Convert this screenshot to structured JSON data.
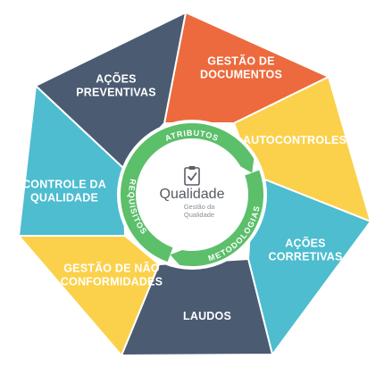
{
  "segments": [
    {
      "id": "gestao-documentos",
      "lines": [
        "GESTÃO DE",
        "DOCUMENTOS"
      ],
      "color": "#ec6a3d"
    },
    {
      "id": "autocontroles",
      "lines": [
        "AUTOCONTROLES"
      ],
      "color": "#fbd14b"
    },
    {
      "id": "acoes-corretivas",
      "lines": [
        "AÇÕES",
        "CORRETIVAS"
      ],
      "color": "#4dbdcf"
    },
    {
      "id": "laudos",
      "lines": [
        "LAUDOS"
      ],
      "color": "#4a5b72"
    },
    {
      "id": "gestao-nao-conformidades",
      "lines": [
        "GESTÃO DE NÃO",
        "CONFORMIDADES"
      ],
      "color": "#fbd14b"
    },
    {
      "id": "controle-qualidade",
      "lines": [
        "CONTROLE DA",
        "QUALIDADE"
      ],
      "color": "#4dbdcf"
    },
    {
      "id": "acoes-preventivas",
      "lines": [
        "AÇÕES",
        "PREVENTIVAS"
      ],
      "color": "#4a5b72"
    }
  ],
  "ring": {
    "labels": [
      {
        "id": "atributos",
        "text": "ATRIBUTOS"
      },
      {
        "id": "metodologias",
        "text": "METODOLOGIAS"
      },
      {
        "id": "requisitos",
        "text": "REQUISITOS"
      }
    ],
    "color": "#5cbf6a"
  },
  "center": {
    "title": "Qualidade",
    "subtitle_lines": [
      "Gestão da",
      "Qualidade"
    ],
    "icon": "clipboard-check-icon"
  },
  "colors": {
    "divider": "#ffffff",
    "center_fill": "#ffffff",
    "icon": "#5a5f66"
  }
}
